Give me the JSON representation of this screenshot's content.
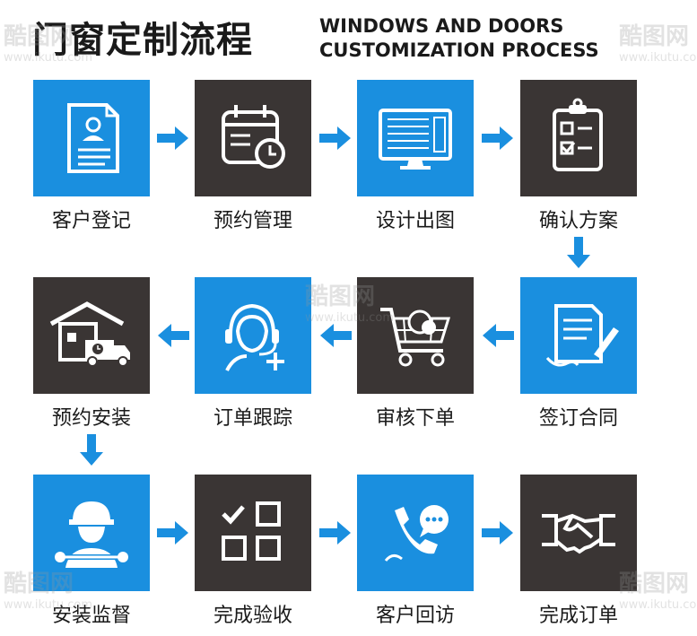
{
  "header": {
    "title_zh": "门窗定制流程",
    "title_en_line1": "WINDOWS AND DOORS",
    "title_en_line2": "CUSTOMIZATION PROCESS"
  },
  "steps": [
    {
      "label": "客户登记",
      "icon": "registration-form-icon",
      "color": "blue"
    },
    {
      "label": "预约管理",
      "icon": "calendar-clock-icon",
      "color": "dark"
    },
    {
      "label": "设计出图",
      "icon": "monitor-design-icon",
      "color": "blue"
    },
    {
      "label": "确认方案",
      "icon": "clipboard-checklist-icon",
      "color": "dark"
    },
    {
      "label": "签订合同",
      "icon": "contract-pen-icon",
      "color": "blue"
    },
    {
      "label": "审核下单",
      "icon": "shopping-cart-icon",
      "color": "dark"
    },
    {
      "label": "订单跟踪",
      "icon": "headset-agent-icon",
      "color": "blue"
    },
    {
      "label": "预约安装",
      "icon": "house-truck-icon",
      "color": "dark"
    },
    {
      "label": "安装监督",
      "icon": "worker-wrench-icon",
      "color": "blue"
    },
    {
      "label": "完成验收",
      "icon": "checklist-grid-icon",
      "color": "dark"
    },
    {
      "label": "客户回访",
      "icon": "phone-chat-icon",
      "color": "blue"
    },
    {
      "label": "完成订单",
      "icon": "handshake-icon",
      "color": "dark"
    }
  ],
  "colors": {
    "blue": "#1a8fdf",
    "dark": "#3a3534",
    "arrow": "#1a8fdf"
  },
  "watermark": {
    "logo": "酷图网",
    "url": "www.ikutu.com"
  }
}
